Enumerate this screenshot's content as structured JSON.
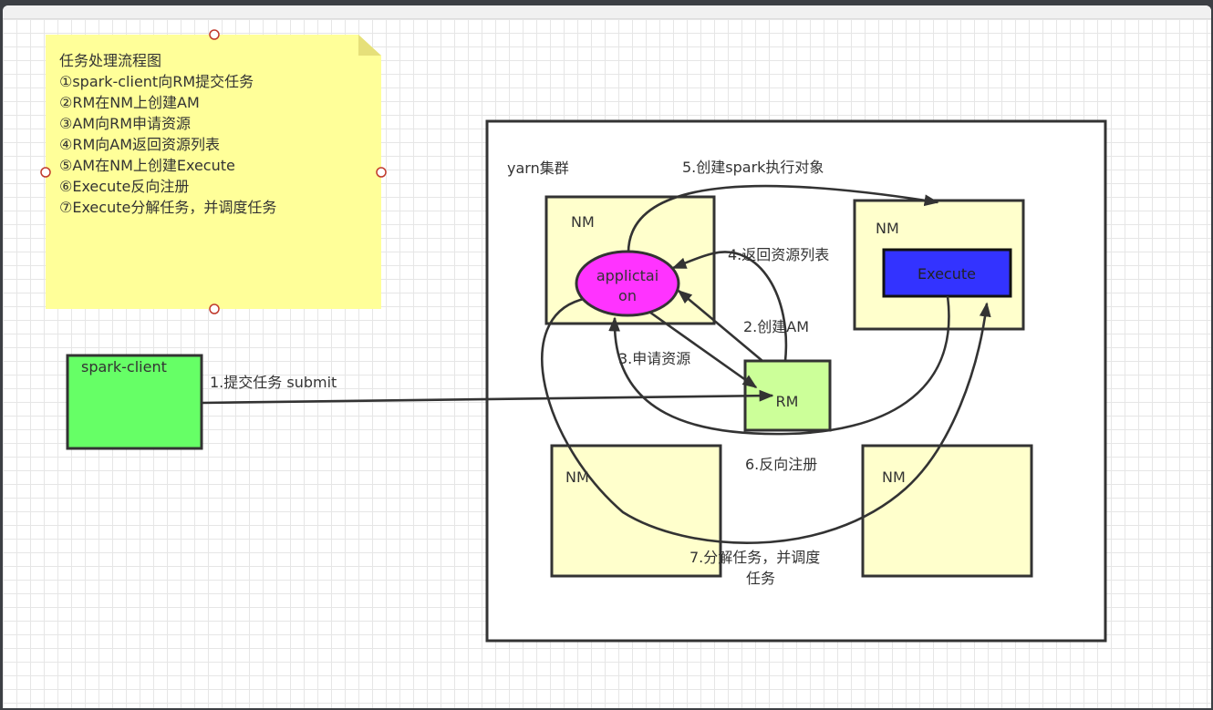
{
  "note": {
    "lines": [
      "任务处理流程图",
      "①spark-client向RM提交任务",
      "②RM在NM上创建AM",
      "③AM向RM申请资源",
      "④RM向AM返回资源列表",
      "⑤AM在NM上创建Execute",
      "⑥Execute反向注册",
      "⑦Execute分解任务，并调度任务"
    ]
  },
  "nodes": {
    "spark_client": "spark-client",
    "cluster": "yarn集群",
    "nm_top_left": "NM",
    "nm_top_right": "NM",
    "nm_bottom_left": "NM",
    "nm_bottom_right": "NM",
    "application_line1": "applictai",
    "application_line2": "on",
    "execute": "Execute",
    "rm": "RM"
  },
  "edges": {
    "submit": "1.提交任务 submit",
    "create_am": "2.创建AM",
    "request_resource": "3.申请资源",
    "return_list": "4.返回资源列表",
    "create_executor": "5.创建spark执行对象",
    "register": "6.反向注册",
    "dispatch_line1": "7.分解任务，并调度",
    "dispatch_line2": "任务"
  },
  "colors": {
    "note_fill": "#ffff99",
    "nm_fill": "#ffffcc",
    "spark_client_fill": "#66ff66",
    "rm_fill": "#ccff99",
    "application_fill": "#ff33ff",
    "execute_fill": "#3333ff"
  }
}
